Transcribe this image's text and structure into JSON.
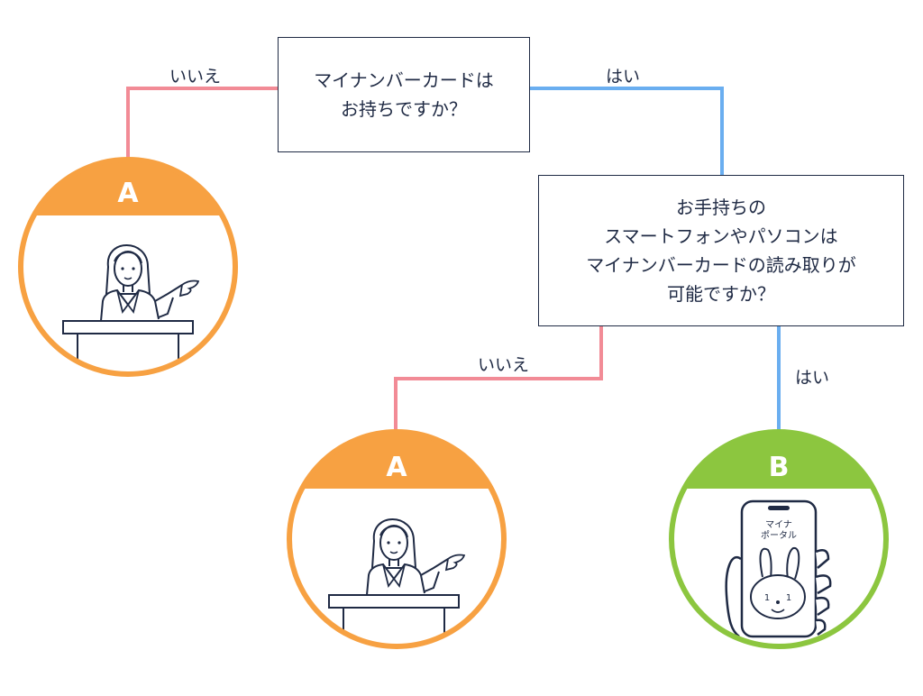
{
  "question1": {
    "text": "マイナンバーカードは\nお持ちですか？"
  },
  "question2": {
    "text": "お手持ちの\nスマートフォンやパソコンは\nマイナンバーカードの読み取りが\n可能ですか？"
  },
  "edges": {
    "q1_no": "いいえ",
    "q1_yes": "はい",
    "q2_no": "いいえ",
    "q2_yes": "はい"
  },
  "results": {
    "a1": {
      "letter": "A",
      "illustration": "presenter-at-podium"
    },
    "a2": {
      "letter": "A",
      "illustration": "presenter-at-podium"
    },
    "b": {
      "letter": "B",
      "illustration": "hand-holding-smartphone",
      "phone_line1": "マイナ",
      "phone_line2": "ポータル"
    }
  },
  "colors": {
    "no_line": "#f28b96",
    "yes_line": "#6aaef0",
    "result_a": "#f7a142",
    "result_b": "#8cc63f",
    "border": "#1f2a44"
  }
}
